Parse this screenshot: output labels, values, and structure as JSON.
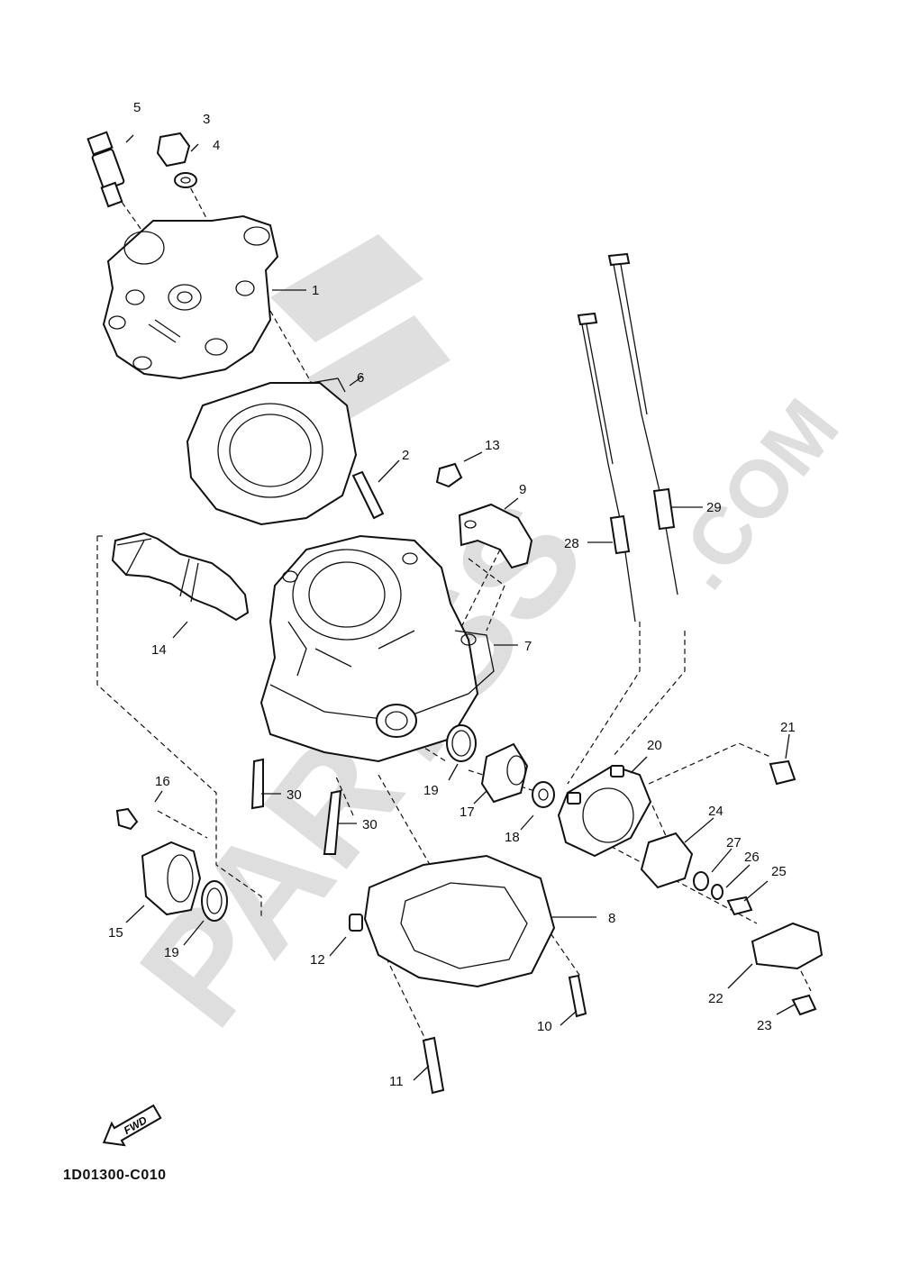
{
  "watermark": {
    "brand": "PARTSS",
    "suffix": ".COM",
    "color": "#d9d9d9"
  },
  "diagram_code": "1D01300-C010",
  "fwd_label": "FWD",
  "callouts": {
    "c1": "1",
    "c2": "2",
    "c3": "3",
    "c4": "4",
    "c5": "5",
    "c6": "6",
    "c7": "7",
    "c8": "8",
    "c9": "9",
    "c10": "10",
    "c11": "11",
    "c12": "12",
    "c13": "13",
    "c14": "14",
    "c15": "15",
    "c16": "16",
    "c17": "17",
    "c18": "18",
    "c19a": "19",
    "c19b": "19",
    "c20": "20",
    "c21": "21",
    "c22": "22",
    "c23": "23",
    "c24": "24",
    "c25": "25",
    "c26": "26",
    "c27": "27",
    "c28": "28",
    "c29": "29",
    "c30a": "30",
    "c30b": "30"
  }
}
